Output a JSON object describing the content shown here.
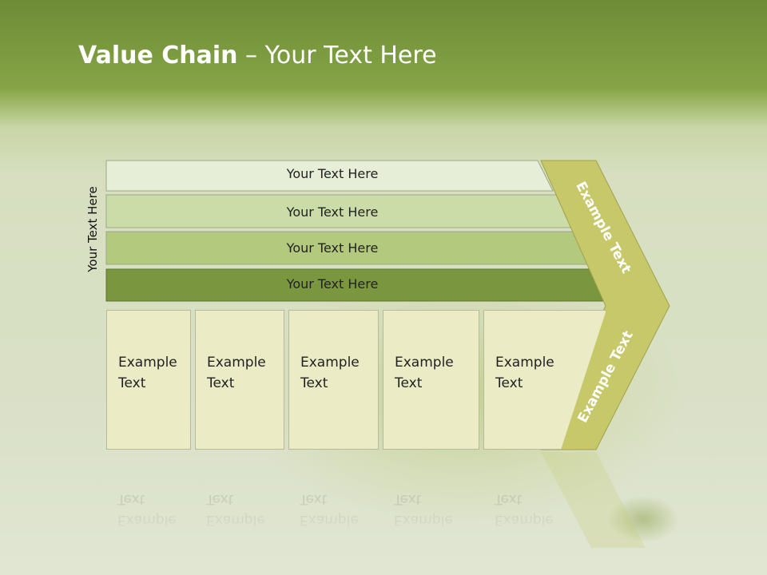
{
  "title": {
    "bold": "Value Chain",
    "rest": " – Your Text Here"
  },
  "side_label": "Your Text Here",
  "bands": [
    {
      "label": "Your Text Here",
      "fill": "#e6eed8"
    },
    {
      "label": "Your Text Here",
      "fill": "#ccdca8"
    },
    {
      "label": "Your Text Here",
      "fill": "#b2c97e"
    },
    {
      "label": "Your Text Here",
      "fill": "#7a963e"
    }
  ],
  "boxes": [
    {
      "label": "Example\nText"
    },
    {
      "label": "Example\nText"
    },
    {
      "label": "Example\nText"
    },
    {
      "label": "Example\nText"
    },
    {
      "label": "Example\nText"
    }
  ],
  "arrow": {
    "upper_label": "Example Text",
    "lower_label": "Example Text",
    "fill": "#c6c86a"
  },
  "colors": {
    "title_bg": "#7a9a3c",
    "box_fill": "#ebebc6",
    "box_border": "#b8b89a"
  }
}
